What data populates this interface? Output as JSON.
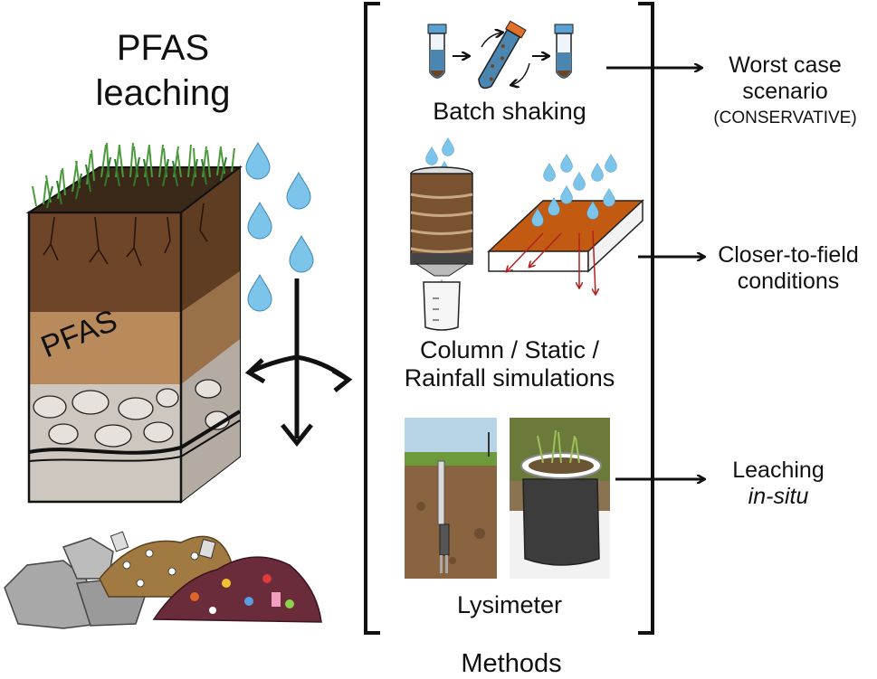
{
  "title": {
    "line1": "PFAS",
    "line2": "leaching"
  },
  "soil_label": "PFAS",
  "panel_caption": "Methods",
  "methods": [
    {
      "name": "Batch shaking",
      "outcome_line1": "Worst case",
      "outcome_line2": "scenario",
      "outcome_note": "(CONSERVATIVE)"
    },
    {
      "name_line1": "Column / Static /",
      "name_line2": "Rainfall simulations",
      "outcome_line1": "Closer-to-field",
      "outcome_line2": "conditions"
    },
    {
      "name": "Lysimeter",
      "outcome_line1": "Leaching",
      "outcome_line2": "in-situ"
    }
  ],
  "colors": {
    "outline": "#111111",
    "water": "#7cc4ea",
    "grass": "#4c9a3c",
    "topsoil": "#6e4528",
    "subsoil": "#b98a5c",
    "rock": "#cdc7bf",
    "sample_blue": "#4a86b0",
    "slab": "#c25a12",
    "flow_arrow": "#b32020"
  },
  "icons": [
    "water-drop-icon",
    "centrifuge-tube-icon",
    "rotation-arrow-icon",
    "soil-column-icon",
    "beaker-icon",
    "slab-icon",
    "lysimeter-photo",
    "core-photo",
    "waste-pile-icon"
  ]
}
